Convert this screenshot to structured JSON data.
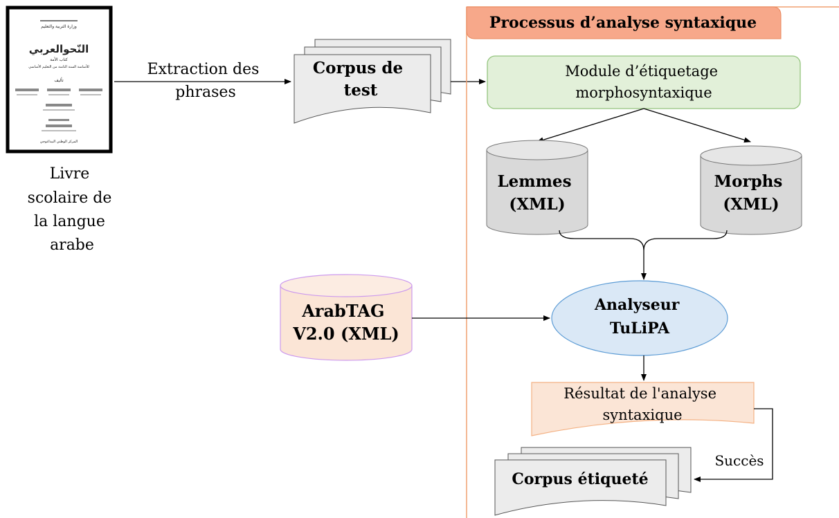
{
  "book": {
    "caption": [
      "Livre",
      "scolaire de",
      "la langue",
      "arabe"
    ],
    "cover_title": "النّحوالعربي",
    "cover_subtitle": "كتاب الأمة",
    "cover_desc": "للأساسة السنة الثامنة من التعليم الأساسي",
    "cover_authors_label": "تأليف",
    "cover_footer": "المركز الوطني البيداغوجي"
  },
  "extraction_label": [
    "Extraction des",
    "phrases"
  ],
  "corpus_test": [
    "Corpus de",
    "test"
  ],
  "process_title": "Processus d’analyse syntaxique",
  "module": [
    "Module d’étiquetage",
    "morphosyntaxique"
  ],
  "lemmes": [
    "Lemmes",
    "(XML)"
  ],
  "morphs": [
    "Morphs",
    "(XML)"
  ],
  "arabtag": [
    "ArabTAG",
    "V2.0 (XML)"
  ],
  "analyseur": [
    "Analyseur",
    "TuLiPA"
  ],
  "resultat": [
    "Résultat de l'analyse",
    "syntaxique"
  ],
  "succes_label": "Succès",
  "corpus_etiquete": "Corpus étiqueté",
  "colors": {
    "process_border": "#f0a070",
    "process_title_fill": "#f7a88a",
    "module_fill": "#e2f0d9",
    "module_stroke": "#93c47d",
    "cylinder_fill": "#d9d9d9",
    "arabtag_fill": "#fbe5d6",
    "arabtag_stroke": "#cc99ee",
    "analyseur_fill": "#dae8f6",
    "analyseur_stroke": "#5b9bd5",
    "resultat_fill": "#fbe5d6",
    "resultat_stroke": "#f4b183",
    "doc_fill": "#ececec"
  }
}
